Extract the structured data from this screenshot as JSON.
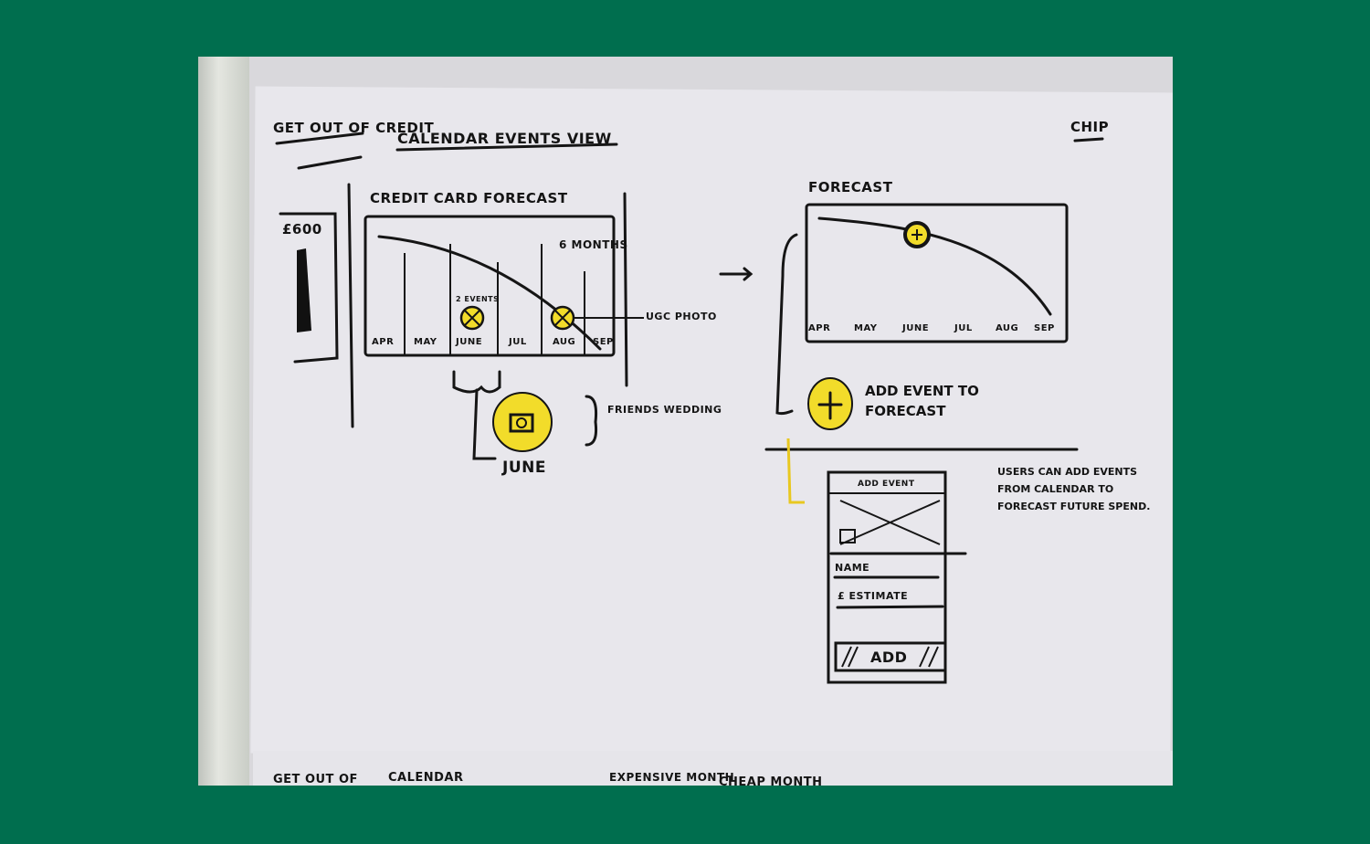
{
  "sheet": {
    "app_name": "GET OUT OF CREDIT",
    "title": "CALENDAR EVENTS VIEW",
    "author": "CHIP"
  },
  "left_panel": {
    "balance": "£600",
    "forecast_title": "CREDIT CARD FORECAST",
    "range": "6 MONTHS",
    "months": [
      "APR",
      "MAY",
      "JUNE",
      "JUL",
      "AUG",
      "SEP"
    ],
    "june_badge": "2 EVENTS",
    "callout": "UGC PHOTO",
    "expanded_month": "JUNE",
    "expanded_note": "FRIENDS WEDDING"
  },
  "right_panel": {
    "forecast_title": "FORECAST",
    "months": [
      "APR",
      "MAY",
      "JUNE",
      "JUL",
      "AUG",
      "SEP"
    ],
    "add_event_label": "ADD EVENT TO FORECAST",
    "form": {
      "title": "ADD EVENT",
      "name_label": "NAME",
      "estimate_label": "£ ESTIMATE",
      "add_button": "ADD"
    },
    "note": "USERS CAN ADD EVENTS FROM CALENDAR TO FORECAST FUTURE SPEND."
  },
  "next_sheet": {
    "items": [
      "GET OUT OF",
      "CALENDAR",
      "EXPENSIVE MONTH",
      "CHEAP MONTH"
    ]
  },
  "colors": {
    "background": "#006e4e",
    "highlight": "#f2dc2a",
    "paper": "#e8e7ec"
  }
}
